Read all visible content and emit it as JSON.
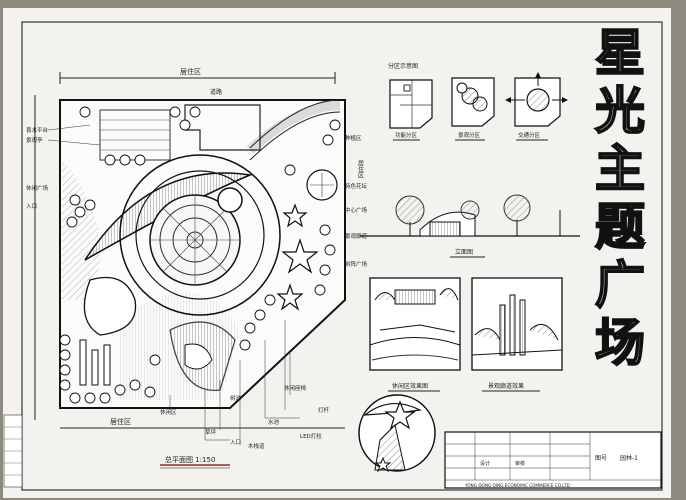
{
  "title": [
    "星",
    "光",
    "主",
    "题",
    "广",
    "场"
  ],
  "plan": {
    "top_label": "居住区",
    "road_label": "道路",
    "bottom_label": "居住区",
    "right_label": "居住区",
    "caption": "总平面图 1:150"
  },
  "left_annotations": [
    "喜水平台",
    "景观亭",
    "休闲广场",
    "入口"
  ],
  "right_annotations": [
    "种植区",
    "特色花坛",
    "中心广场",
    "景观廊道",
    "树阵广场"
  ],
  "bottom_annotations": [
    "休闲区",
    "草坪",
    "入口",
    "树池",
    "木栈道",
    "水池",
    "LED灯柱",
    "灯杆",
    "休闲座椅"
  ],
  "zoning": {
    "title": "分区示意图",
    "diagrams": [
      "功能分区",
      "景观分区",
      "交通分区"
    ]
  },
  "elevation_caption": "立面图",
  "perspectives": [
    "休闲区效果图",
    "景观廊道效果"
  ],
  "title_block": {
    "company": "YONG DONG QING ECONOMIC COMMERCE CO.LTD",
    "designer": "设计",
    "drawing_no": "图号",
    "sign": "审核",
    "sheet": "园林-1"
  }
}
